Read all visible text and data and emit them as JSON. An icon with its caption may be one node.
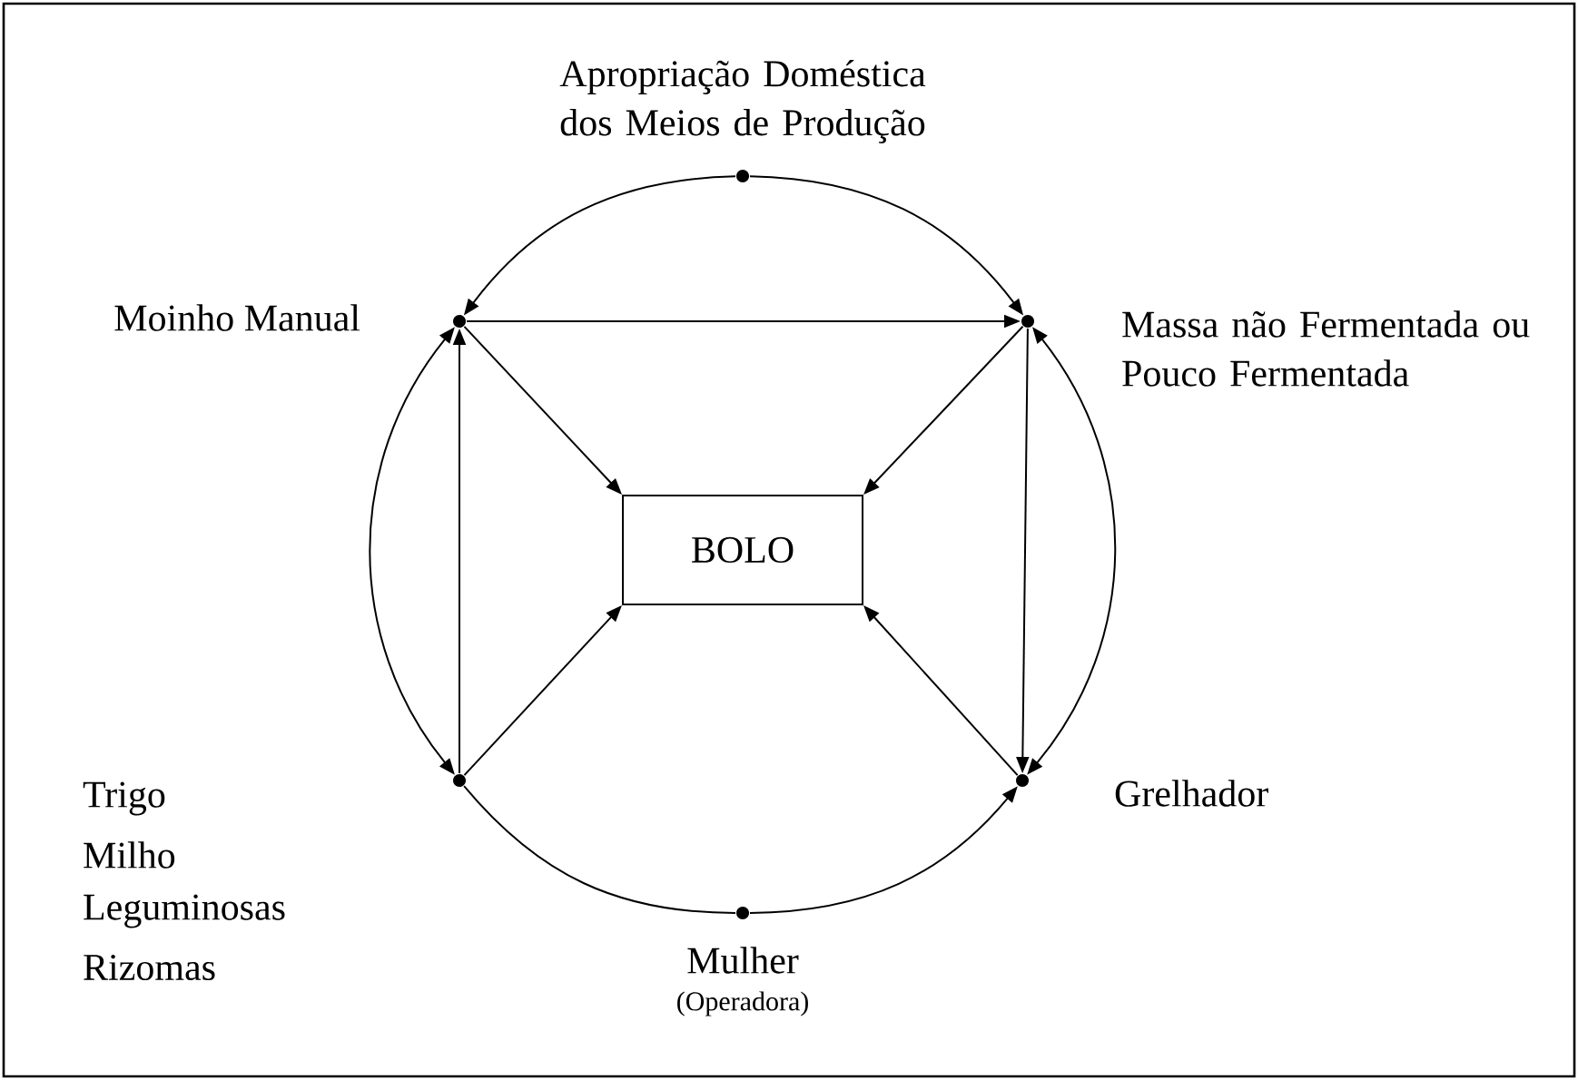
{
  "diagram": {
    "nodes": [
      {
        "text": [],
        "shape": "circle",
        "beside": [
          "Apropriação Doméstica dos Meios de Produção"
        ]
      },
      {
        "text": [],
        "shape": "circle",
        "beside": [
          "Moinho Manual"
        ]
      },
      {
        "text": [],
        "shape": "circle",
        "beside": [
          "Massa não Fermentada ou Pouco Fermentada"
        ]
      },
      {
        "text": [
          "BOLO"
        ]
      },
      {
        "text": [],
        "shape": "circle",
        "beside": [
          "Trigo",
          "Milho",
          "Leguminosas",
          "Rizomas"
        ]
      },
      {
        "text": [],
        "shape": "circle",
        "beside": [
          "Grelhador"
        ]
      },
      {
        "text": [],
        "shape": "circle",
        "beside": [
          "Mulher",
          "(Operadora)"
        ]
      }
    ],
    "edges": [
      {
        "from": 0,
        "to": 1,
        "arrow": "to"
      },
      {
        "from": 0,
        "to": 2,
        "arrow": "to"
      },
      {
        "from": 1,
        "to": 2,
        "arrow": "to"
      },
      {
        "from": 1,
        "to": 3,
        "arrow": "to"
      },
      {
        "from": 2,
        "to": 3,
        "arrow": "to"
      },
      {
        "from": 4,
        "to": 1,
        "arrow": "to"
      },
      {
        "from": 1,
        "to": 4,
        "arrow": "both"
      },
      {
        "from": 2,
        "to": 5,
        "arrow": "to"
      },
      {
        "from": 2,
        "to": 5,
        "arrow": "both"
      },
      {
        "from": 4,
        "to": 3,
        "arrow": "to"
      },
      {
        "from": 5,
        "to": 3,
        "arrow": "to"
      },
      {
        "from": 4,
        "to": 6,
        "arrow": "none"
      },
      {
        "from": 6,
        "to": 5,
        "arrow": "to"
      }
    ]
  }
}
